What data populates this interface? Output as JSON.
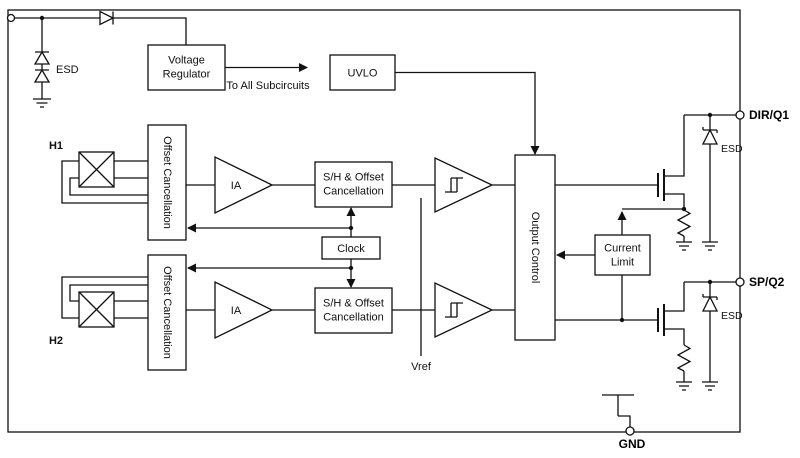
{
  "colors": {
    "line": "#111111",
    "background": "#ffffff"
  },
  "power": {
    "esd": "ESD",
    "vr_line1": "Voltage",
    "vr_line2": "Regulator",
    "to_all": "To All Subcircuits",
    "uvlo": "UVLO"
  },
  "channel1": {
    "hall": "H1",
    "offset": "Offset Cancellation",
    "ia": "IA",
    "sh_line1": "S/H & Offset",
    "sh_line2": "Cancellation"
  },
  "channel2": {
    "hall": "H2",
    "offset": "Offset Cancellation",
    "ia": "IA",
    "sh_line1": "S/H & Offset",
    "sh_line2": "Cancellation"
  },
  "clock": {
    "label": "Clock"
  },
  "vref": {
    "label": "Vref"
  },
  "output_control": {
    "label": "Output Control"
  },
  "current_limit": {
    "line1": "Current",
    "line2": "Limit"
  },
  "q1": {
    "esd": "ESD",
    "pin": "DIR/Q1"
  },
  "q2": {
    "esd": "ESD",
    "pin": "SP/Q2"
  },
  "gnd": {
    "pin": "GND"
  }
}
